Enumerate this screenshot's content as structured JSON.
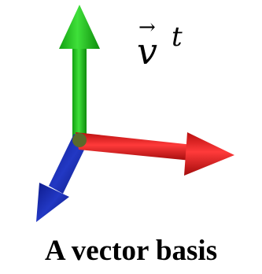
{
  "label": {
    "arrow": "→",
    "symbol": "v",
    "superscript": "t"
  },
  "caption": "A vector basis",
  "colors": {
    "x_axis": "#e01b1b",
    "y_axis": "#19b21c",
    "z_axis": "#1126a8",
    "text": "#000000"
  },
  "icons": {
    "x_arrow": "red-arrow-icon",
    "y_arrow": "green-arrow-icon",
    "z_arrow": "blue-arrow-icon"
  }
}
